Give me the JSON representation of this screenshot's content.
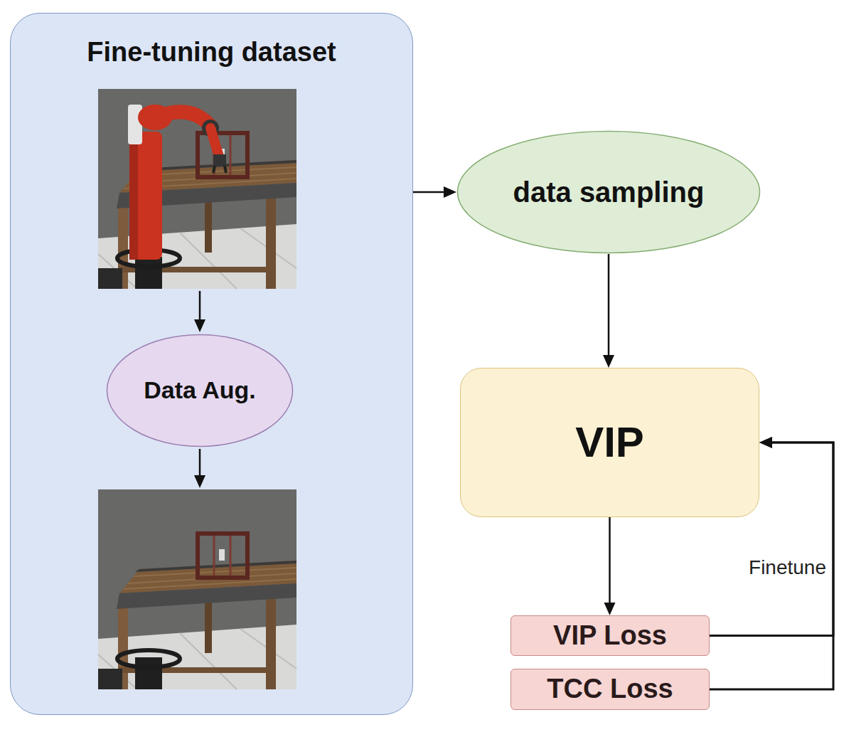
{
  "diagram": {
    "nodes": [
      {
        "text": [
          "Fine-tuning dataset"
        ]
      },
      {
        "text": [
          "Data Aug."
        ],
        "in": 0
      },
      {
        "text": [
          "data sampling"
        ]
      },
      {
        "text": [
          "VIP"
        ]
      },
      {
        "text": [
          "VIP Loss"
        ]
      },
      {
        "text": [
          "TCC Loss"
        ]
      }
    ],
    "edges": [
      {
        "from": 0,
        "to": 2,
        "arrow": "to"
      },
      {
        "from": 2,
        "to": 3,
        "arrow": "to"
      },
      {
        "from": 3,
        "to": 4,
        "arrow": "to"
      },
      {
        "from": 4,
        "to": 3,
        "arrow": "to",
        "label": "Finetune"
      },
      {
        "from": 5,
        "to": 3,
        "arrow": "to"
      }
    ]
  }
}
